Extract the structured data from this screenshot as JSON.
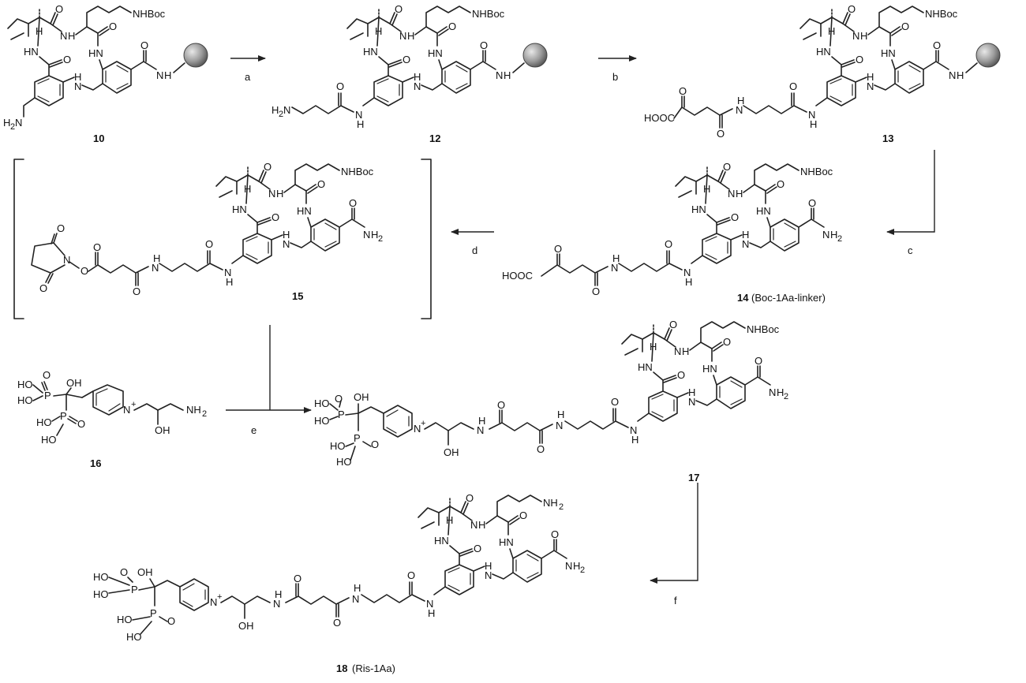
{
  "compounds": [
    {
      "id": "c10",
      "number": "10",
      "note": ""
    },
    {
      "id": "c12",
      "number": "12",
      "note": ""
    },
    {
      "id": "c13",
      "number": "13",
      "note": ""
    },
    {
      "id": "c14",
      "number": "14",
      "note": "(Boc-1Aa-linker)"
    },
    {
      "id": "c15",
      "number": "15",
      "note": ""
    },
    {
      "id": "c16",
      "number": "16",
      "note": ""
    },
    {
      "id": "c17",
      "number": "17",
      "note": ""
    },
    {
      "id": "c18",
      "number": "18",
      "note": "(Ris-1Aa)"
    }
  ],
  "steps": [
    "a",
    "b",
    "c",
    "d",
    "e",
    "f"
  ],
  "atoms": {
    "nhboc": "NHBoc",
    "nh": "NH",
    "hn": "HN",
    "n": "N",
    "h": "H",
    "o": "O",
    "h2n": "H2N",
    "nh2": "NH2",
    "hooc": "HOOC",
    "oh": "OH",
    "ho": "HO",
    "p": "P",
    "npyr": "N+"
  }
}
